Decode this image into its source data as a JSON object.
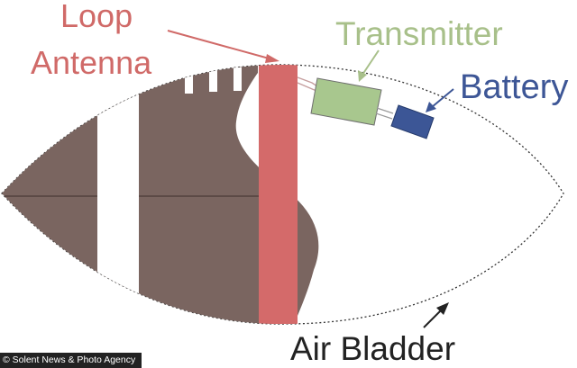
{
  "labels": {
    "loop_antenna_line1": "Loop",
    "loop_antenna_line2": "Antenna",
    "transmitter": "Transmitter",
    "battery": "Battery",
    "air_bladder": "Air Bladder"
  },
  "credit": "© Solent News & Photo Agency",
  "colors": {
    "leather": "#7a6560",
    "antenna": "#d46a6a",
    "transmitter_fill": "#a8c78e",
    "transmitter_text": "#a8c08a",
    "battery_fill": "#3c5696",
    "battery_text": "#3d5696",
    "antenna_text": "#d06a68",
    "stitch": "#ffffff",
    "outline": "#222222",
    "wire": "#c59e9e"
  }
}
